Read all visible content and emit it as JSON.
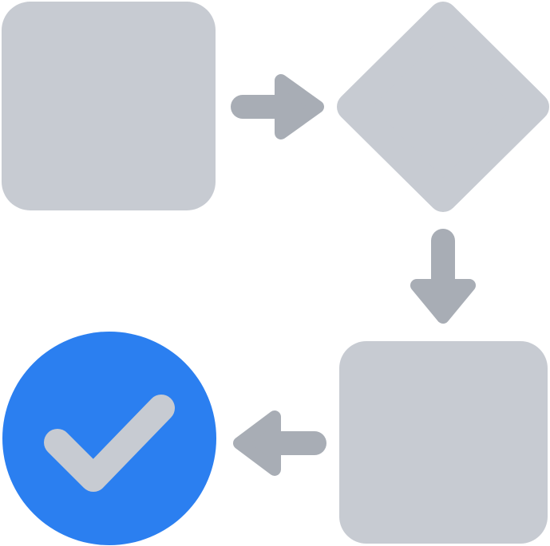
{
  "colors": {
    "shape_fill": "#c7cbd2",
    "connector_fill": "#a8adb5",
    "done_fill": "#2b7ff0",
    "check_stroke": "#c7cbd2",
    "background": "#ffffff"
  },
  "diagram": {
    "nodes": [
      {
        "id": "start",
        "shape": "rounded-square",
        "icon": "process-box"
      },
      {
        "id": "decision",
        "shape": "diamond",
        "icon": "decision-diamond"
      },
      {
        "id": "step",
        "shape": "rounded-square",
        "icon": "process-box"
      },
      {
        "id": "done",
        "shape": "circle",
        "icon": "check-icon"
      }
    ],
    "edges": [
      {
        "from": "start",
        "to": "decision",
        "direction": "right"
      },
      {
        "from": "decision",
        "to": "step",
        "direction": "down"
      },
      {
        "from": "step",
        "to": "done",
        "direction": "left"
      }
    ]
  }
}
